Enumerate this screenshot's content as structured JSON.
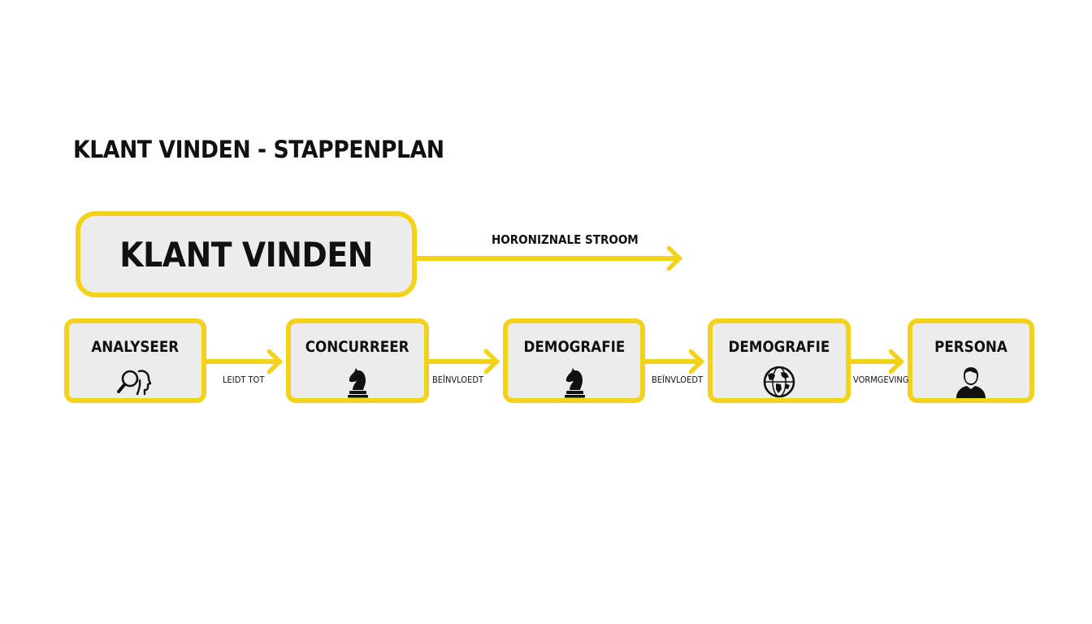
{
  "title": "KLANT VINDEN - STAPPENPLAN",
  "main_node": {
    "label": "KLANT VINDEN"
  },
  "flow": {
    "label": "HORONIZNALE STROOM"
  },
  "colors": {
    "accent": "#f2d21a",
    "box_fill": "#ececec",
    "text": "#111111",
    "background": "#ffffff"
  },
  "steps": [
    {
      "label": "ANALYSEER",
      "icon": "magnifier-profile-icon"
    },
    {
      "label": "CONCURREER",
      "icon": "chess-knight-icon"
    },
    {
      "label": "DEMOGRAFIE",
      "icon": "chess-knight-icon"
    },
    {
      "label": "DEMOGRAFIE",
      "icon": "globe-icon"
    },
    {
      "label": "PERSONA",
      "icon": "person-icon"
    }
  ],
  "connectors": [
    {
      "label": "LEIDT TOT"
    },
    {
      "label": "BEÏNVLOEDT"
    },
    {
      "label": "BEÏNVLOEDT"
    },
    {
      "label": "VORMGEVING"
    }
  ]
}
